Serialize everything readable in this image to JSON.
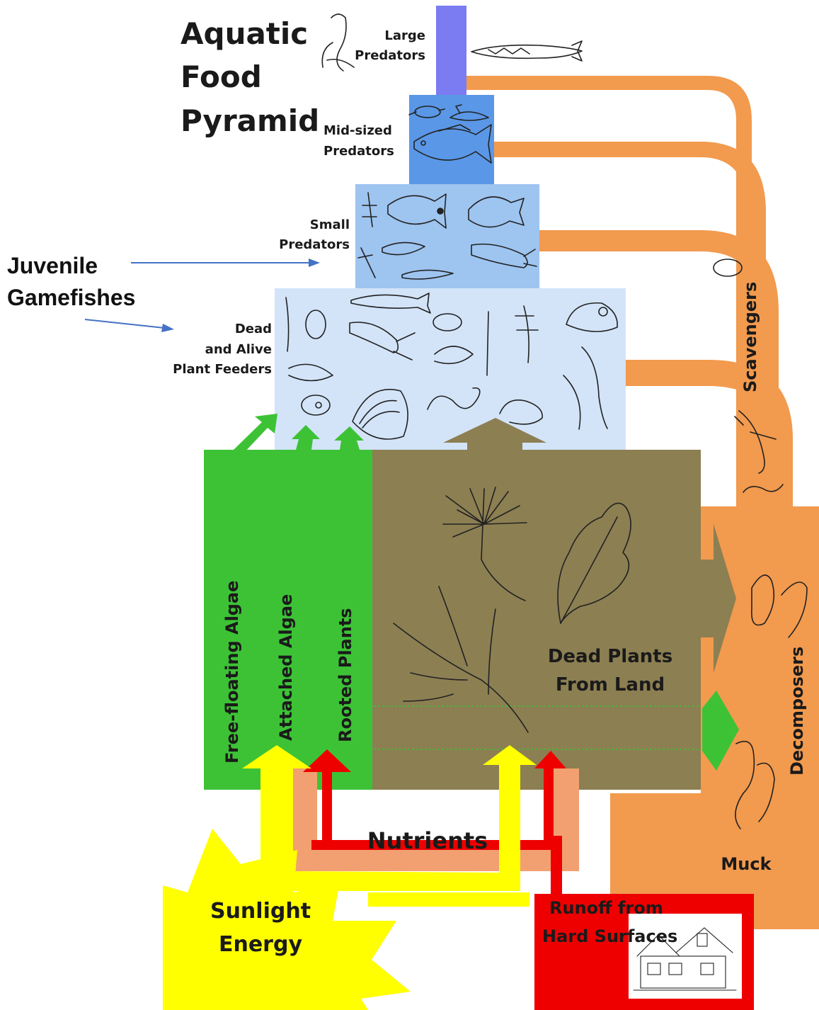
{
  "title": {
    "line1": "Aquatic",
    "line2": "Food",
    "line3": "Pyramid"
  },
  "levels": {
    "large_predators": {
      "line1": "Large",
      "line2": "Predators"
    },
    "mid_predators": {
      "line1": "Mid-sized",
      "line2": "Predators"
    },
    "small_predators": {
      "line1": "Small",
      "line2": "Predators"
    },
    "plant_feeders": {
      "line1": "Dead",
      "line2": "and Alive",
      "line3": "Plant Feeders"
    }
  },
  "annotation": {
    "line1": "Juvenile",
    "line2": "Gamefishes"
  },
  "producers": {
    "free_floating": "Free-floating Algae",
    "attached": "Attached Algae",
    "rooted": "Rooted Plants"
  },
  "dead_plants": {
    "line1": "Dead Plants",
    "line2": "From Land"
  },
  "scavengers": "Scavengers",
  "decomposers": "Decomposers",
  "muck": "Muck",
  "nutrients": "Nutrients",
  "sunlight": {
    "line1": "Sunlight",
    "line2": "Energy"
  },
  "runoff": {
    "line1": "Runoff from",
    "line2": "Hard Surfaces"
  },
  "colors": {
    "large_predators": "#7b7cf2",
    "mid_predators": "#5a97e6",
    "small_predators": "#9ec4f0",
    "plant_feeders": "#d3e4f8",
    "producers_green": "#3dc236",
    "dead_plants_olive": "#8c7f52",
    "decomposer_orange": "#f29a4e",
    "sunlight_yellow": "#ffff00",
    "nutrients_red": "#ee0000",
    "nutrients_outline": "#f2a071"
  },
  "icons": [
    "loon-sketch-icon",
    "pike-sketch-icon",
    "turtle-sketch-icon",
    "perch-sketch-icon",
    "sunfish-sketch-icon",
    "crayfish-sketch-icon",
    "insect-larva-sketch-icon",
    "clam-sketch-icon",
    "worm-sketch-icon",
    "pine-needles-sketch-icon",
    "oak-leaf-sketch-icon",
    "twig-sketch-icon",
    "house-sketch-icon"
  ]
}
